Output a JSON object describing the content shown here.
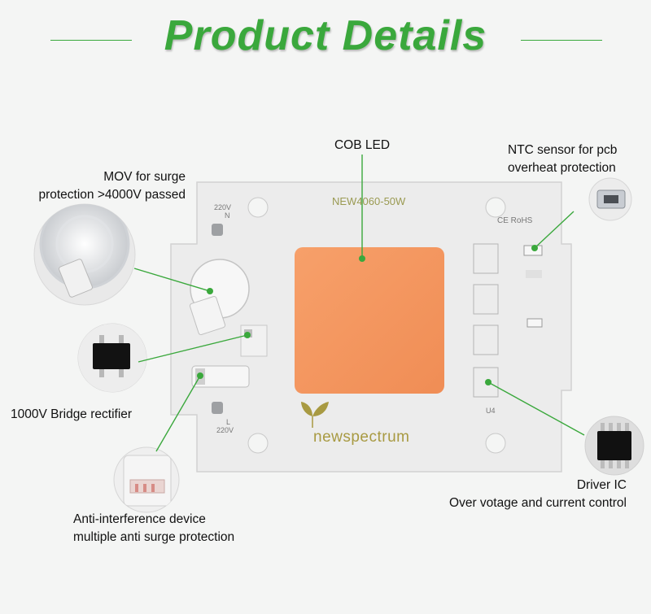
{
  "title": "Product Details",
  "board": {
    "model": "NEW4060-50W",
    "top_voltage": "220V",
    "top_pin": "N",
    "bottom_voltage": "220V",
    "bottom_pin": "L",
    "cert": "CE RoHS",
    "ref_u4": "U4",
    "brand": "newspectrum"
  },
  "callouts": {
    "cob_led": "COB LED",
    "ntc_line1": "NTC sensor for pcb",
    "ntc_line2": "overheat protection",
    "mov_line1": "MOV for surge",
    "mov_line2": "protection >4000V passed",
    "bridge": "1000V Bridge rectifier",
    "driver_line1": "Driver IC",
    "driver_line2": "Over votage and current control",
    "anti_line1": "Anti-interference device",
    "anti_line2": "multiple anti surge protection"
  },
  "colors": {
    "accent_green": "#3aa83c",
    "led_orange": "#f49a5f",
    "pcb_white": "#ededed"
  },
  "icons": [
    "leaf-logo-icon"
  ]
}
